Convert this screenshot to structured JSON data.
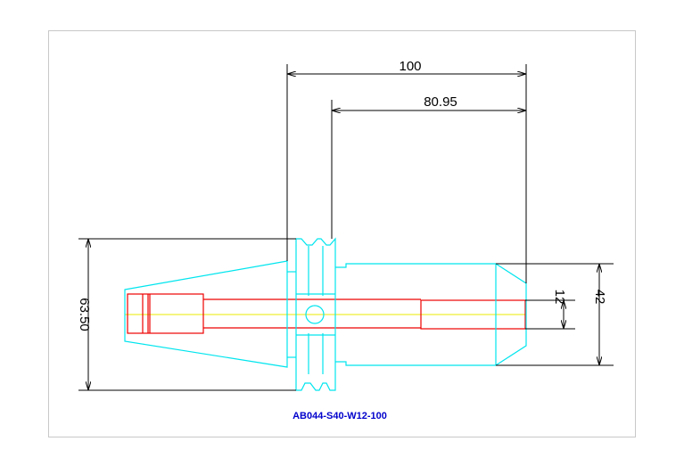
{
  "drawing": {
    "part_number": "AB044-S40-W12-100",
    "dimensions": {
      "overall_length": "100",
      "body_length": "80.95",
      "flange_height": "63.50",
      "bore_diameter": "12",
      "body_diameter": "42"
    },
    "colors": {
      "frame": "#c8c8c8",
      "outline": "#00e5ee",
      "bore": "#ee0000",
      "centerline": "#e8e800",
      "dimension": "#000000",
      "part_label": "#0000cc"
    }
  }
}
